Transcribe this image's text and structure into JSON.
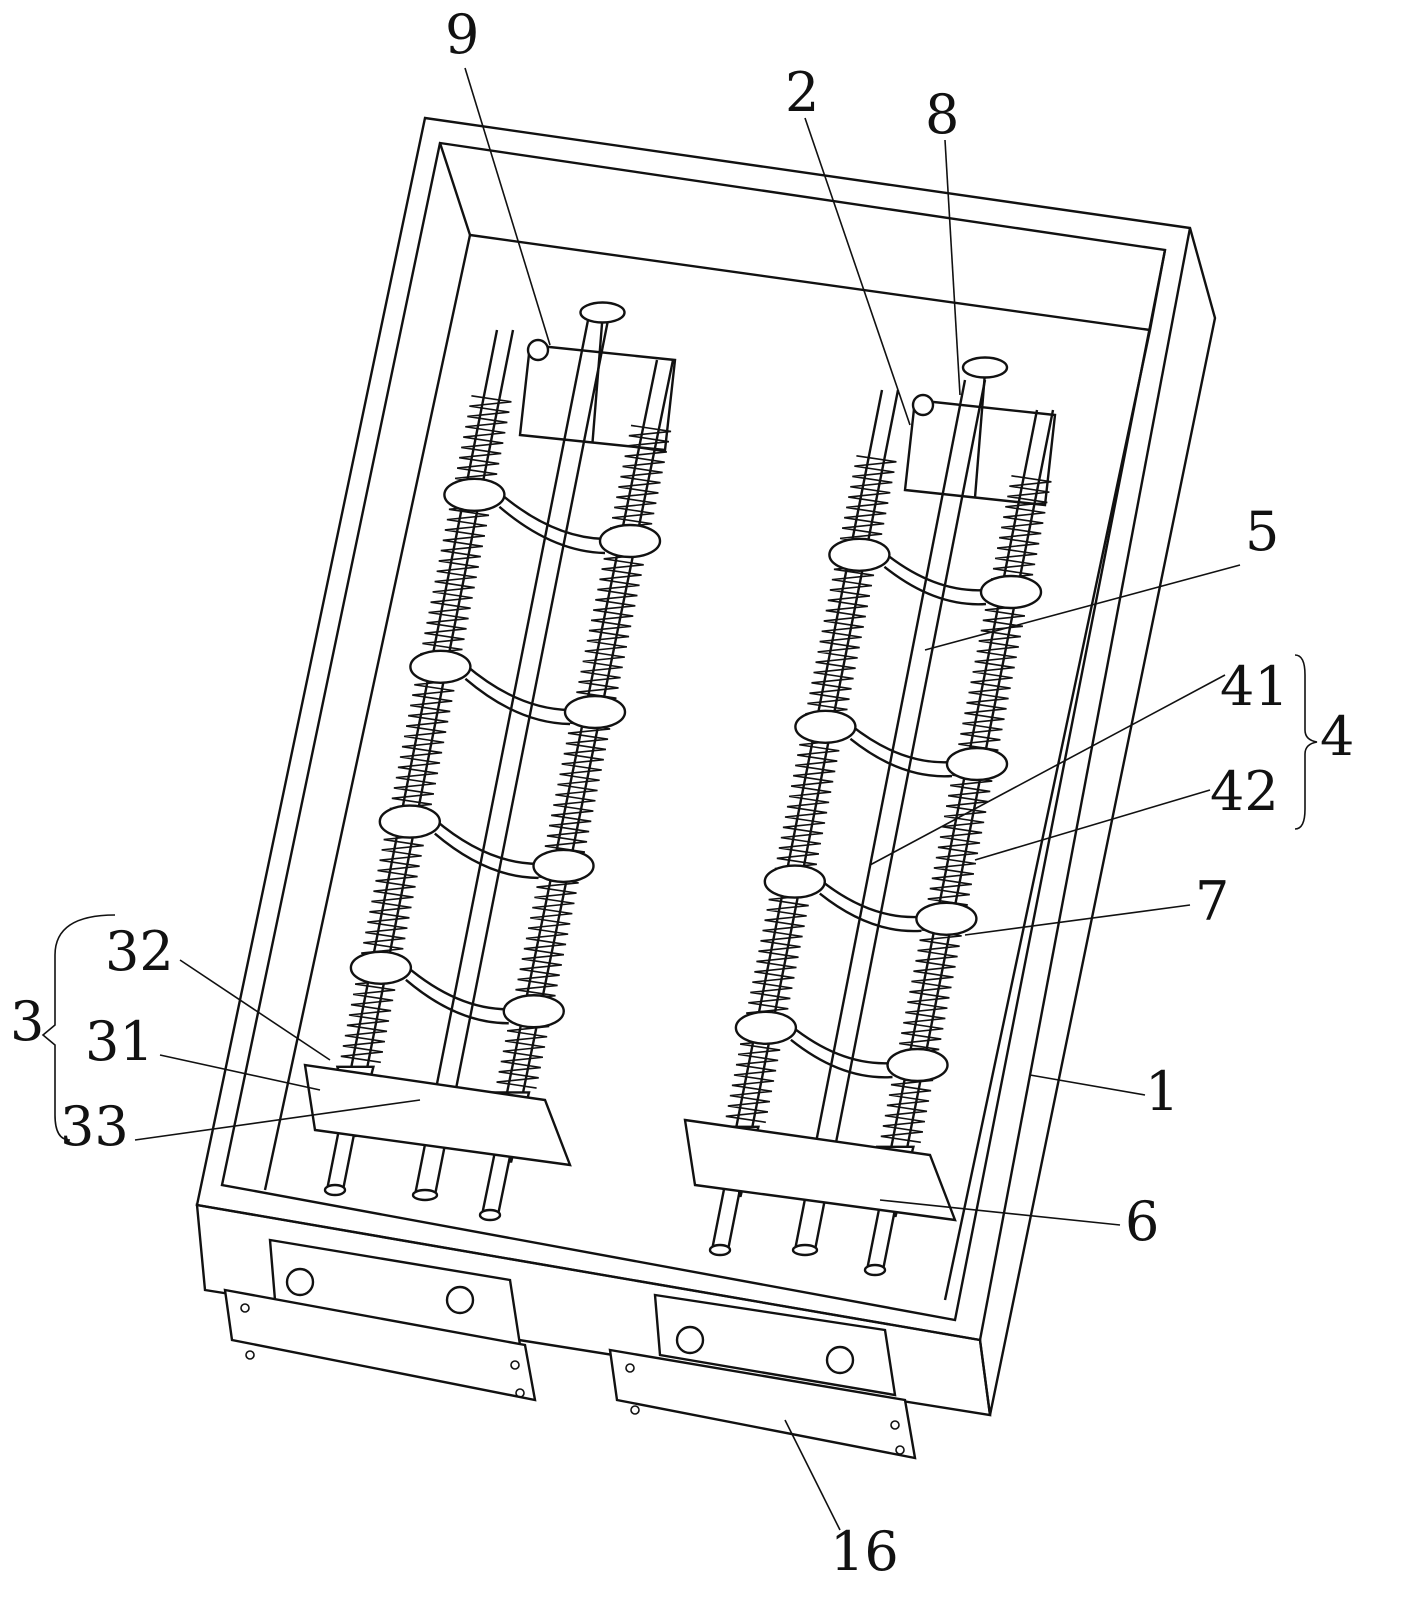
{
  "figure": {
    "labels": {
      "l1": "1",
      "l2": "2",
      "l3": "3",
      "l4": "4",
      "l5": "5",
      "l6": "6",
      "l7": "7",
      "l8": "8",
      "l9": "9",
      "l16": "16",
      "l31": "31",
      "l32": "32",
      "l33": "33",
      "l41": "41",
      "l42": "42"
    }
  }
}
